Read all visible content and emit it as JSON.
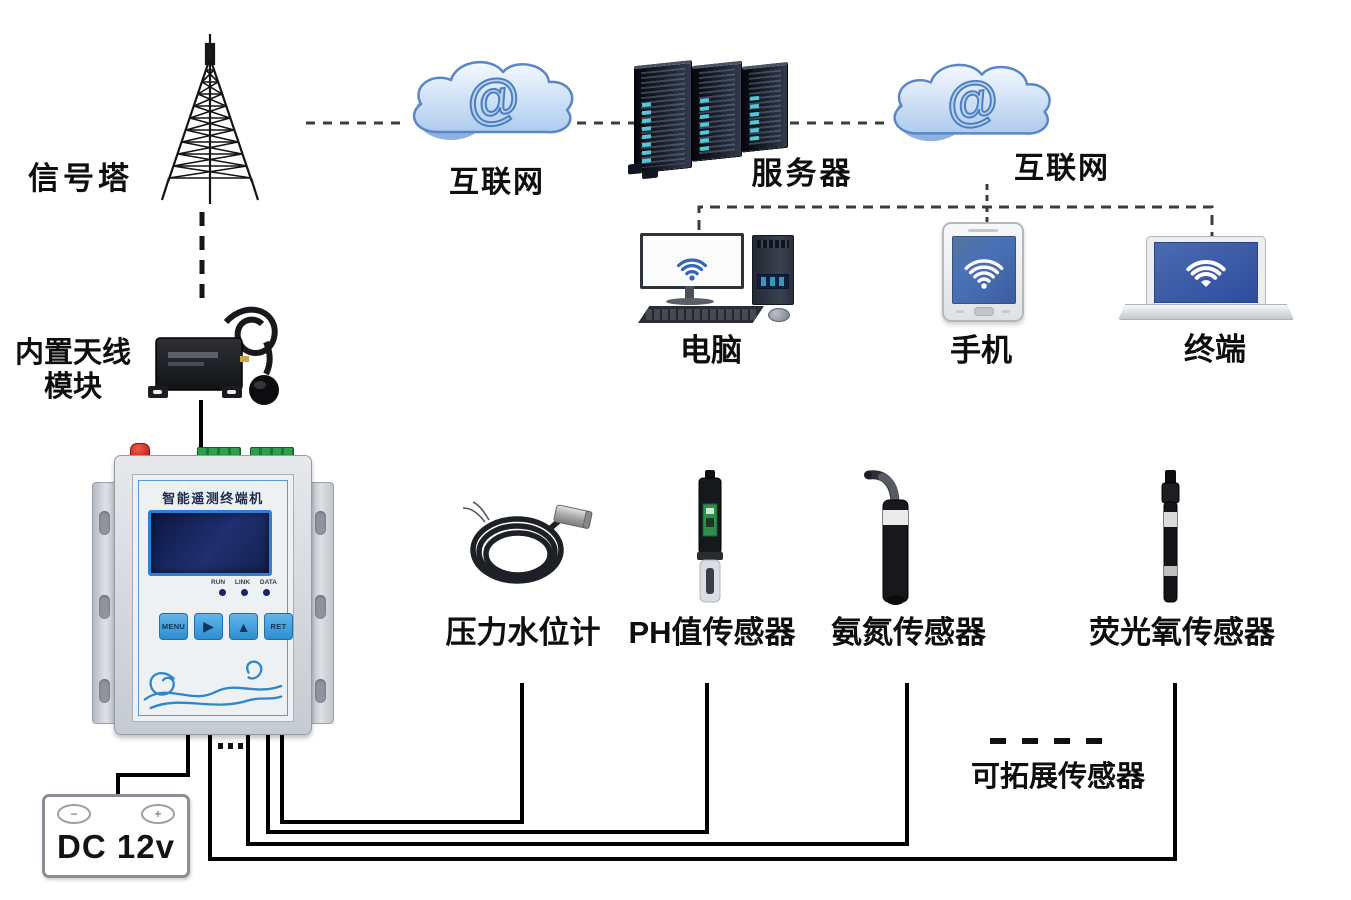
{
  "diagram": {
    "tower": {
      "label": "信号塔"
    },
    "cloud_left": {
      "label": "互联网",
      "at_symbol": "@"
    },
    "server": {
      "label": "服务器"
    },
    "cloud_right": {
      "label": "互联网",
      "at_symbol": "@"
    },
    "computer": {
      "label": "电脑"
    },
    "phone": {
      "label": "手机"
    },
    "laptop": {
      "label": "终端"
    },
    "antenna_module": {
      "label_line1": "内置天线",
      "label_line2": "模块"
    },
    "terminal": {
      "title": "智能遥测终端机",
      "leds": [
        "RUN",
        "LINK",
        "DATA"
      ],
      "buttons": [
        "MENU",
        "▶",
        "▲",
        "RET"
      ]
    },
    "power": {
      "label": "DC  12v",
      "minus": "−",
      "plus": "+"
    },
    "sensors": [
      {
        "label": "压力水位计"
      },
      {
        "label": "PH值传感器"
      },
      {
        "label": "氨氮传感器"
      },
      {
        "label": "荧光氧传感器"
      }
    ],
    "expandable": {
      "label": "可拓展传感器"
    },
    "colors": {
      "wifi_blue": "#3565b8",
      "screen_blue": "#4a72b8",
      "lcd_navy": "#16225c",
      "button_blue": "#3f9bd8",
      "wave_blue": "#2f86c8",
      "cloud_fill": "#c9def5",
      "cloud_edge": "#5b86c6",
      "terminal_green": "#2f9e4e",
      "antenna_red": "#cf2a1e",
      "server_led": "#4ec3d8",
      "wire_black": "#000000"
    }
  }
}
